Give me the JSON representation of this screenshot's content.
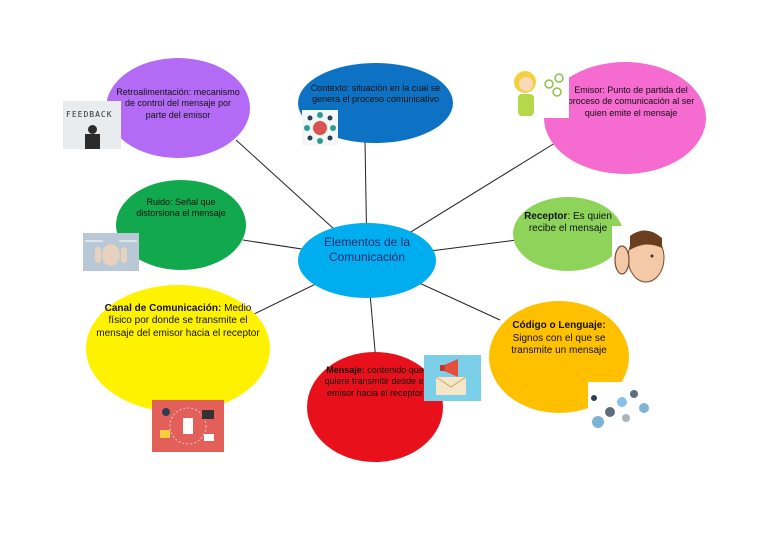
{
  "center": {
    "label": "Elementos de la Comunicación",
    "color": "#00AEEF"
  },
  "nodes": {
    "retroalimentacion": {
      "title": "Retroalimentación:",
      "text": "mecanismo de control del mensaje por parte del emisor",
      "color": "#B36BF6"
    },
    "contexto": {
      "title": "Contexto:",
      "text": "situación en la cual se genera el proceso comunicativo",
      "color": "#0E72C4"
    },
    "emisor": {
      "title": "Emisor:",
      "text": "Punto de partida del proceso de comunicación al ser quien emite el mensaje",
      "color": "#F56BD0"
    },
    "ruido": {
      "title": "Ruido:",
      "text": "Señal que distorsiona el mensaje",
      "color": "#12A84E"
    },
    "receptor": {
      "title": "Receptor",
      "text": ": Es quien recibe el mensaje",
      "color": "#8ED35A"
    },
    "canal": {
      "title": "Canal de Comunicación:",
      "text": "Medio físico por donde se transmite el mensaje del emisor hacia el receptor",
      "color": "#FFF200"
    },
    "codigo": {
      "title": "Código o Lenguaje:",
      "text": "Signos con el que se transmite un mensaje",
      "color": "#FFC000"
    },
    "mensaje": {
      "title": "Mensaje:",
      "text": "contenido que quiere transmitir desde el emisor hacia el receptor",
      "color": "#E8111B"
    }
  },
  "images": {
    "feedback_sign": "FEEDBACK",
    "feedback_icon": "feedback-photo-icon",
    "contexto_icon": "people-network-icon",
    "emisor_icon": "woman-speaking-icon",
    "ruido_icon": "noise-head-icon",
    "receptor_icon": "ear-listening-icon",
    "canal_icon": "channel-devices-icon",
    "codigo_icon": "letters-code-icon",
    "mensaje_icon": "envelope-megaphone-icon"
  },
  "line_color": "#222222"
}
